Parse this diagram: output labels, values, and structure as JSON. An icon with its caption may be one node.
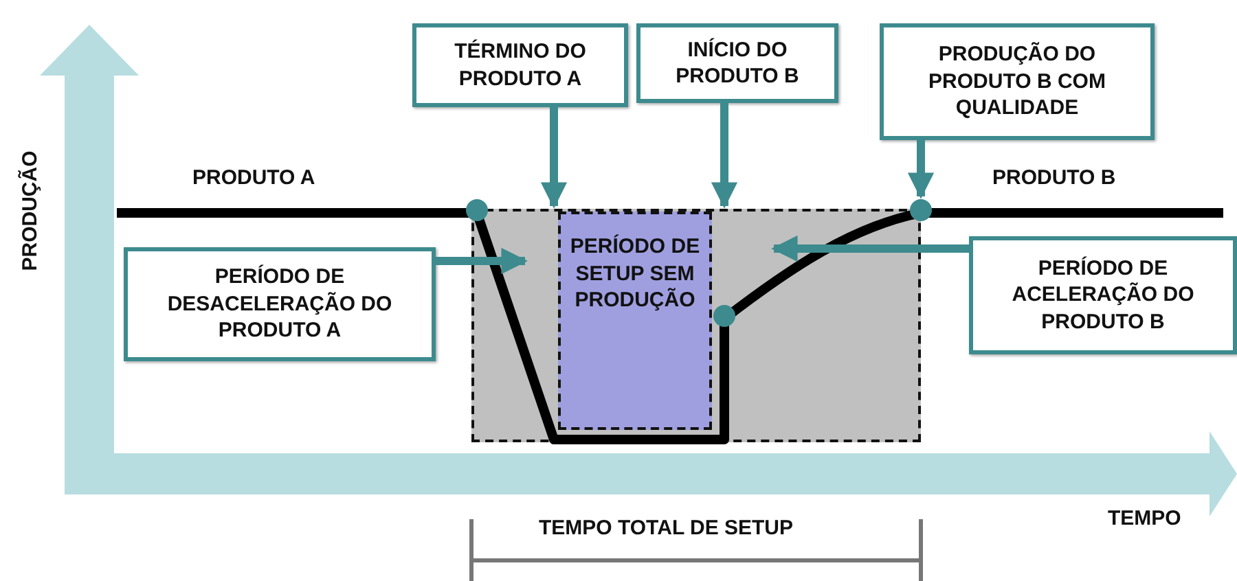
{
  "diagram": {
    "nodes": [
      {
        "text": [
          "TÉRMINO DO PRODUTO A"
        ]
      },
      {
        "text": [
          "INÍCIO DO PRODUTO B"
        ]
      },
      {
        "text": [
          "PRODUÇÃO DO PRODUTO B COM QUALIDADE"
        ]
      },
      {
        "text": [
          "PERÍODO DE DESACELERAÇÃO DO PRODUTO A"
        ]
      },
      {
        "text": [],
        "shape": "box"
      },
      {
        "text": [
          "PERÍODO DE SETUP SEM PRODUÇÃO"
        ],
        "in": 4
      },
      {
        "text": [
          "PERÍODO DE ACELERAÇÃO DO PRODUTO B"
        ]
      },
      {
        "text": [],
        "shape": "circle"
      },
      {
        "text": [],
        "shape": "circle",
        "in": 4
      },
      {
        "text": [],
        "shape": "circle"
      }
    ],
    "edges": [
      {
        "from": 0,
        "to": 4,
        "arrow": "to"
      },
      {
        "from": 1,
        "to": 4,
        "arrow": "to"
      },
      {
        "from": 2,
        "to": 9,
        "arrow": "to"
      },
      {
        "from": 3,
        "to": 4,
        "arrow": "to"
      },
      {
        "from": 6,
        "to": 4,
        "arrow": "to"
      }
    ],
    "labels": [
      "PRODUÇÃO",
      "PRODUTO A",
      "PRODUTO B",
      "TEMPO",
      "TEMPO TOTAL DE SETUP"
    ]
  }
}
